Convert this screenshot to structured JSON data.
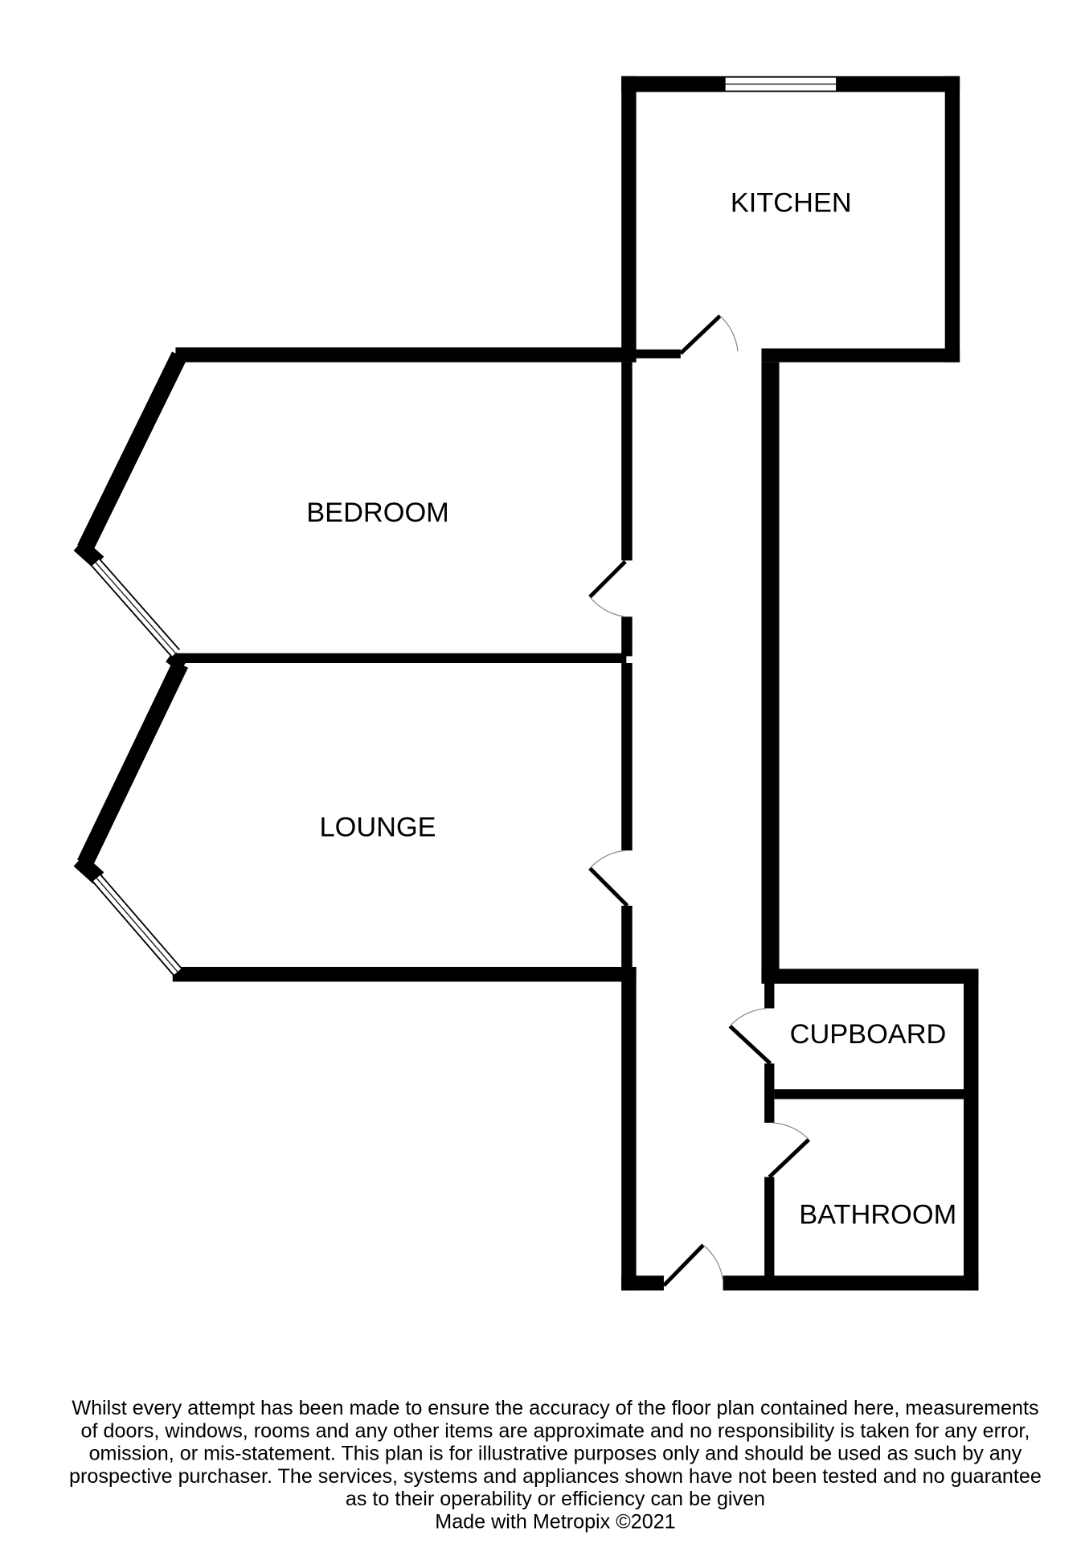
{
  "rooms": {
    "kitchen": "KITCHEN",
    "bedroom": "BEDROOM",
    "lounge": "LOUNGE",
    "cupboard": "CUPBOARD",
    "bathroom": "BATHROOM"
  },
  "disclaimer": {
    "lines": [
      "Whilst every attempt has been made to ensure the accuracy of the floor plan contained here, measurements",
      "of doors, windows, rooms and any other items are approximate and no responsibility is taken for any error,",
      "omission, or mis-statement. This plan is for illustrative purposes only and should be used as such by any",
      "prospective purchaser. The services, systems and appliances shown have not been tested and no guarantee",
      "as to their operability or efficiency can be given"
    ],
    "credit": "Made with Metropix ©2021"
  }
}
